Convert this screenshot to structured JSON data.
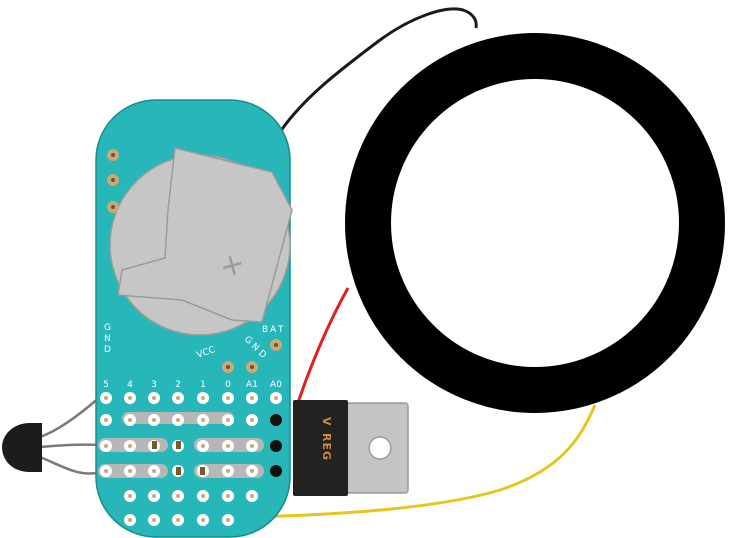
{
  "colors": {
    "board": "#27b7b9",
    "board_outline": "#1a8b8d",
    "ring": "#000000",
    "battery": "#c6c6c6",
    "battery_outline": "#9b9b9b",
    "pad": "#c9a876",
    "wire_black": "#1a1a1a",
    "wire_red": "#e02020",
    "wire_yellow": "#e8c41c",
    "regulator_body": "#222222",
    "regulator_tab": "#c4c4c4"
  },
  "board": {
    "left_pin_labels": [
      "G",
      "N",
      "D"
    ],
    "right_pin_labels": [
      "B",
      "A",
      "T"
    ],
    "diag_pin_labels": [
      "G",
      "N",
      "D"
    ],
    "vcc_label": "VCC",
    "header_labels": [
      "5",
      "4",
      "3",
      "2",
      "1",
      "0",
      "A1",
      "A0"
    ]
  },
  "battery": {
    "polarity_symbol": "+"
  },
  "regulator": {
    "text_v": "V",
    "text_reg": "REG"
  }
}
